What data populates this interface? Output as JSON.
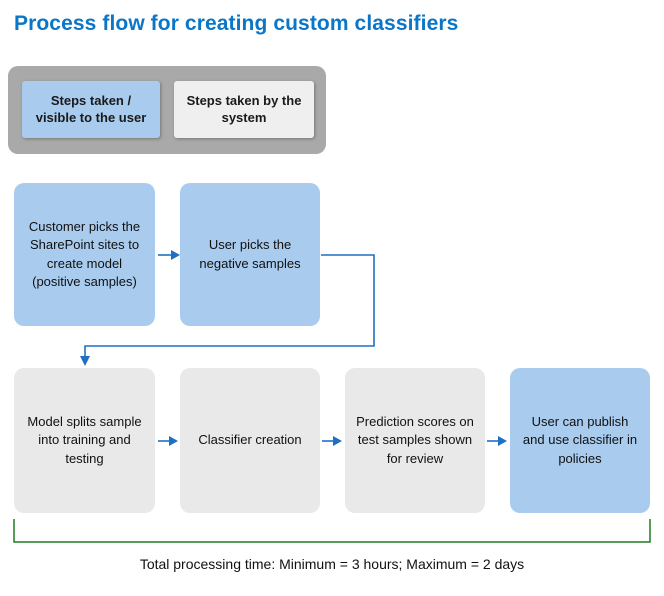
{
  "title": "Process flow for creating custom classifiers",
  "legend": {
    "user_label": "Steps taken / visible to the user",
    "system_label": "Steps taken by the system"
  },
  "flow": {
    "row1": [
      {
        "label": "Customer picks the SharePoint sites to create model (positive samples)",
        "type": "user"
      },
      {
        "label": "User picks the negative samples",
        "type": "user"
      }
    ],
    "row2": [
      {
        "label": "Model splits sample into training and testing",
        "type": "system"
      },
      {
        "label": "Classifier creation",
        "type": "system"
      },
      {
        "label": "Prediction scores on test samples shown for review",
        "type": "system"
      },
      {
        "label": "User can publish and use classifier in policies",
        "type": "user"
      }
    ]
  },
  "footer": {
    "processing_time": "Total processing time: Minimum = 3 hours; Maximum = 2 days"
  },
  "colors": {
    "title": "#0b76c8",
    "user_box": "#a8cbee",
    "system_box": "#e9e9e9",
    "legend_bg": "#a9a9a9",
    "arrow": "#1f6fc5",
    "bracket": "#217821"
  }
}
